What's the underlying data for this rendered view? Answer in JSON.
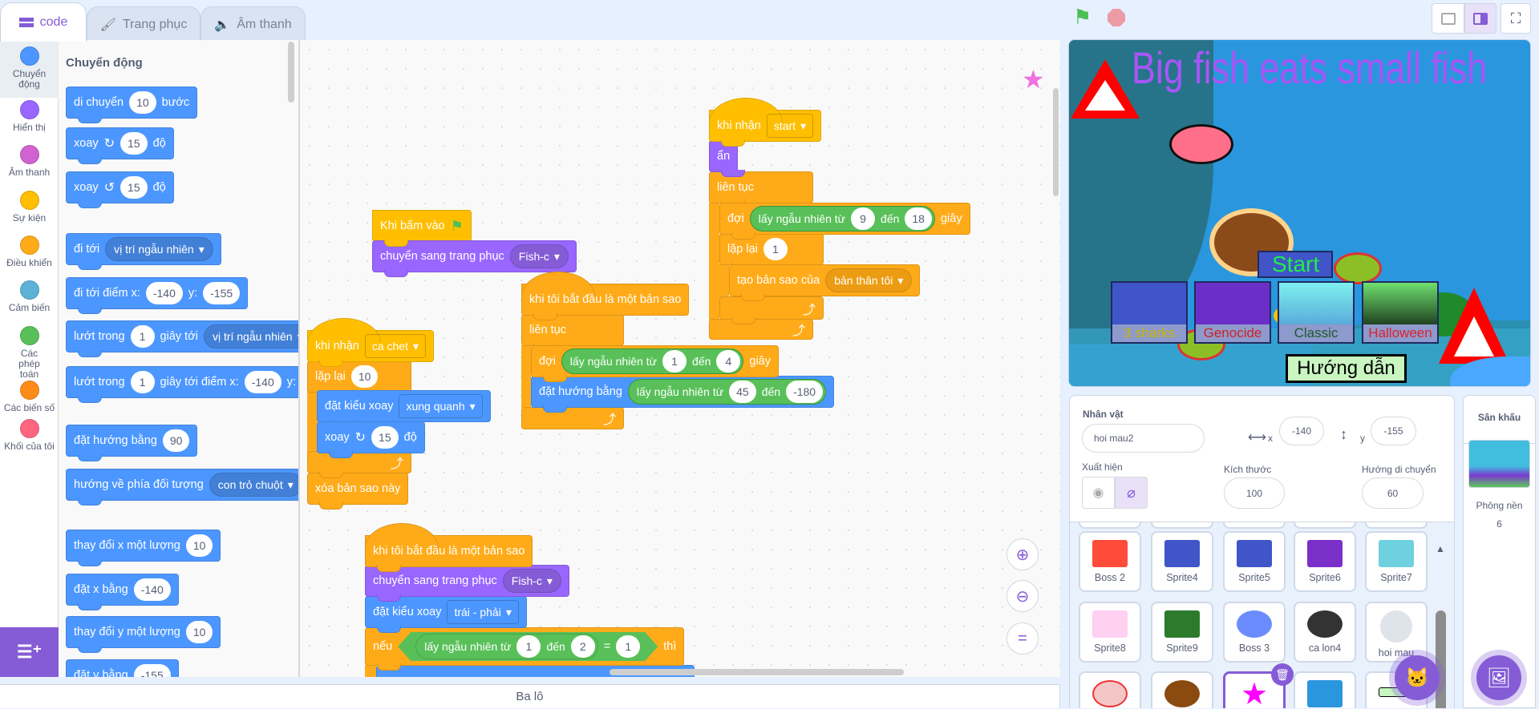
{
  "tabs": [
    {
      "label": "code"
    },
    {
      "label": "Trang phục"
    },
    {
      "label": "Âm thanh"
    }
  ],
  "categories": [
    {
      "label": "Chuyển động",
      "color": "#4c97ff"
    },
    {
      "label": "Hiển thị",
      "color": "#9966ff"
    },
    {
      "label": "Âm thanh",
      "color": "#cf63cf"
    },
    {
      "label": "Sự kiện",
      "color": "#ffbf00"
    },
    {
      "label": "Điều khiển",
      "color": "#ffab19"
    },
    {
      "label": "Cảm biến",
      "color": "#5cb1d6"
    },
    {
      "label": "Các phép toán",
      "color": "#59c059"
    },
    {
      "label": "Các biến số",
      "color": "#ff8c1a"
    },
    {
      "label": "Khối của tôi",
      "color": "#ff6680"
    }
  ],
  "palette": {
    "heading": "Chuyển động",
    "blocks": [
      {
        "parts": [
          [
            "t",
            "di chuyển"
          ],
          [
            "n",
            "10"
          ],
          [
            "t",
            "bước"
          ]
        ]
      },
      {
        "parts": [
          [
            "t",
            "xoay"
          ],
          [
            "i",
            "↻"
          ],
          [
            "n",
            "15"
          ],
          [
            "t",
            "độ"
          ]
        ]
      },
      {
        "parts": [
          [
            "t",
            "xoay"
          ],
          [
            "i",
            "↺"
          ],
          [
            "n",
            "15"
          ],
          [
            "t",
            "độ"
          ]
        ]
      },
      {
        "parts": [
          [
            "t",
            "đi tới"
          ],
          [
            "d",
            "vị trí ngẫu nhiên"
          ]
        ]
      },
      {
        "parts": [
          [
            "t",
            "đi tới điểm x:"
          ],
          [
            "n",
            "-140"
          ],
          [
            "t",
            "y:"
          ],
          [
            "n",
            "-155"
          ]
        ]
      },
      {
        "parts": [
          [
            "t",
            "lướt trong"
          ],
          [
            "n",
            "1"
          ],
          [
            "t",
            "giây tới"
          ],
          [
            "d",
            "vị trí ngẫu nhiên"
          ]
        ]
      },
      {
        "parts": [
          [
            "t",
            "lướt trong"
          ],
          [
            "n",
            "1"
          ],
          [
            "t",
            "giây tới điểm x:"
          ],
          [
            "n",
            "-140"
          ],
          [
            "t",
            "y:"
          ],
          [
            "n",
            "-155"
          ]
        ]
      },
      {
        "parts": [
          [
            "t",
            "đặt hướng bằng"
          ],
          [
            "n",
            "90"
          ]
        ]
      },
      {
        "parts": [
          [
            "t",
            "hướng về phía đối tượng"
          ],
          [
            "d",
            "con trỏ chuột"
          ]
        ]
      },
      {
        "parts": [
          [
            "t",
            "thay đổi x một lượng"
          ],
          [
            "n",
            "10"
          ]
        ]
      },
      {
        "parts": [
          [
            "t",
            "đặt x bằng"
          ],
          [
            "n",
            "-140"
          ]
        ]
      },
      {
        "parts": [
          [
            "t",
            "thay đổi y một lượng"
          ],
          [
            "n",
            "10"
          ]
        ]
      },
      {
        "parts": [
          [
            "t",
            "đặt y bằng"
          ],
          [
            "n",
            "-155"
          ]
        ]
      }
    ]
  },
  "scripts": {
    "a": [
      {
        "parts": [
          [
            "t",
            "Khi bấm vào"
          ],
          [
            "flag",
            "⚑"
          ]
        ]
      },
      {
        "parts": [
          [
            "t",
            "chuyển sang trang phục"
          ],
          [
            "d",
            "Fish-c"
          ]
        ]
      }
    ],
    "b": [
      {
        "parts": [
          [
            "t",
            "khi nhận"
          ],
          [
            "m",
            "ca chet"
          ]
        ]
      },
      {
        "parts": [
          [
            "t",
            "lặp lại"
          ],
          [
            "n",
            "10"
          ]
        ]
      },
      {
        "parts": [
          [
            "t",
            "đặt kiểu xoay"
          ],
          [
            "m",
            "xung quanh"
          ]
        ]
      },
      {
        "parts": [
          [
            "t",
            "xoay"
          ],
          [
            "i",
            "↻"
          ],
          [
            "n",
            "15"
          ],
          [
            "t",
            "độ"
          ]
        ]
      },
      {
        "parts": [
          [
            "loop",
            "⤴"
          ]
        ]
      },
      {
        "parts": [
          [
            "t",
            "xóa bản sao này"
          ]
        ]
      }
    ],
    "c": [
      {
        "parts": [
          [
            "t",
            "khi tôi bắt đầu là một bản sao"
          ]
        ]
      },
      {
        "parts": [
          [
            "t",
            "liên tục"
          ]
        ]
      },
      {
        "parts": [
          [
            "t",
            "đợi"
          ],
          [
            "g",
            [
              [
                "t",
                "lấy ngẫu nhiên từ"
              ],
              [
                "n",
                "1"
              ],
              [
                "t",
                "đến"
              ],
              [
                "n",
                "4"
              ]
            ]
          ],
          [
            "t",
            "giây"
          ]
        ]
      },
      {
        "parts": [
          [
            "t",
            "đặt hướng bằng"
          ],
          [
            "g",
            [
              [
                "t",
                "lấy ngẫu nhiên từ"
              ],
              [
                "n",
                "45"
              ],
              [
                "t",
                "đến"
              ],
              [
                "n",
                "-180"
              ]
            ]
          ]
        ]
      },
      {
        "parts": [
          [
            "loop",
            "⤴"
          ]
        ]
      }
    ],
    "d": [
      {
        "parts": [
          [
            "t",
            "khi nhận"
          ],
          [
            "m",
            "start"
          ]
        ]
      },
      {
        "parts": [
          [
            "t",
            "ẩn"
          ]
        ]
      },
      {
        "parts": [
          [
            "t",
            "liên tục"
          ]
        ]
      },
      {
        "parts": [
          [
            "t",
            "đợi"
          ],
          [
            "g",
            [
              [
                "t",
                "lấy ngẫu nhiên từ"
              ],
              [
                "n",
                "9"
              ],
              [
                "t",
                "đến"
              ],
              [
                "n",
                "18"
              ]
            ]
          ],
          [
            "t",
            "giây"
          ]
        ]
      },
      {
        "parts": [
          [
            "t",
            "lặp lại"
          ],
          [
            "n",
            "1"
          ]
        ]
      },
      {
        "parts": [
          [
            "t",
            "tạo bản sao của"
          ],
          [
            "d",
            "bản thân tôi"
          ]
        ]
      },
      {
        "parts": [
          [
            "loop",
            "⤴"
          ]
        ]
      },
      {
        "parts": [
          [
            "loop",
            "⤴"
          ]
        ]
      }
    ],
    "e": [
      {
        "parts": [
          [
            "t",
            "khi tôi bắt đầu là một bản sao"
          ]
        ]
      },
      {
        "parts": [
          [
            "t",
            "chuyển sang trang phục"
          ],
          [
            "d",
            "Fish-c"
          ]
        ]
      },
      {
        "parts": [
          [
            "t",
            "đặt kiểu xoay"
          ],
          [
            "m",
            "trái - phải"
          ]
        ]
      },
      {
        "parts": [
          [
            "t",
            "nếu"
          ],
          [
            "hex",
            [
              [
                "g",
                [
                  [
                    "t",
                    "lấy ngẫu nhiên từ"
                  ],
                  [
                    "n",
                    "1"
                  ],
                  [
                    "t",
                    "đến"
                  ],
                  [
                    "n",
                    "2"
                  ]
                ]
              ],
              [
                "t",
                "="
              ],
              [
                "n",
                "1"
              ]
            ]
          ],
          [
            "t",
            "thì"
          ]
        ]
      },
      {
        "parts": []
      }
    ]
  },
  "stage": {
    "title": "Big fish eats small fish",
    "start_label": "Start",
    "modes": [
      {
        "label": "3 sharks",
        "color": "#c8b400"
      },
      {
        "label": "Genocide",
        "color": "#d0202a"
      },
      {
        "label": "Classic",
        "color": "#1d5a2a"
      },
      {
        "label": "Halloween",
        "color": "#e0202a"
      }
    ],
    "guide_label": "Hướng dẫn"
  },
  "sprite_info": {
    "label": "Nhân vật",
    "name": "hoi mau2",
    "x_label": "x",
    "x": "-140",
    "y_label": "y",
    "y": "-155",
    "show_label": "Xuất hiện",
    "size_label": "Kích thước",
    "size": "100",
    "direction_label": "Hướng di chuyển",
    "direction": "60"
  },
  "sprites": [
    {
      "name": "Boss 2",
      "thumb": "#ff4b3a"
    },
    {
      "name": "Sprite4",
      "thumb": "#3f55c8"
    },
    {
      "name": "Sprite5",
      "thumb": "#3f55c8"
    },
    {
      "name": "Sprite6",
      "thumb": "#7a2fc8"
    },
    {
      "name": "Sprite7",
      "thumb": "#6fd0e0"
    },
    {
      "name": "Sprite8",
      "thumb": "#ffd0f0"
    },
    {
      "name": "Sprite9",
      "thumb": "#2c7a2c"
    },
    {
      "name": "Boss 3",
      "thumb": "#6a8cff"
    },
    {
      "name": "ca lon4",
      "thumb": "#333333"
    },
    {
      "name": "hoi mau",
      "thumb": "#dfe3ea"
    }
  ],
  "stage_selector": {
    "label": "Sân khấu",
    "backdrops_label": "Phông nền",
    "backdrops_count": "6"
  },
  "backpack": {
    "label": "Ba lô"
  }
}
